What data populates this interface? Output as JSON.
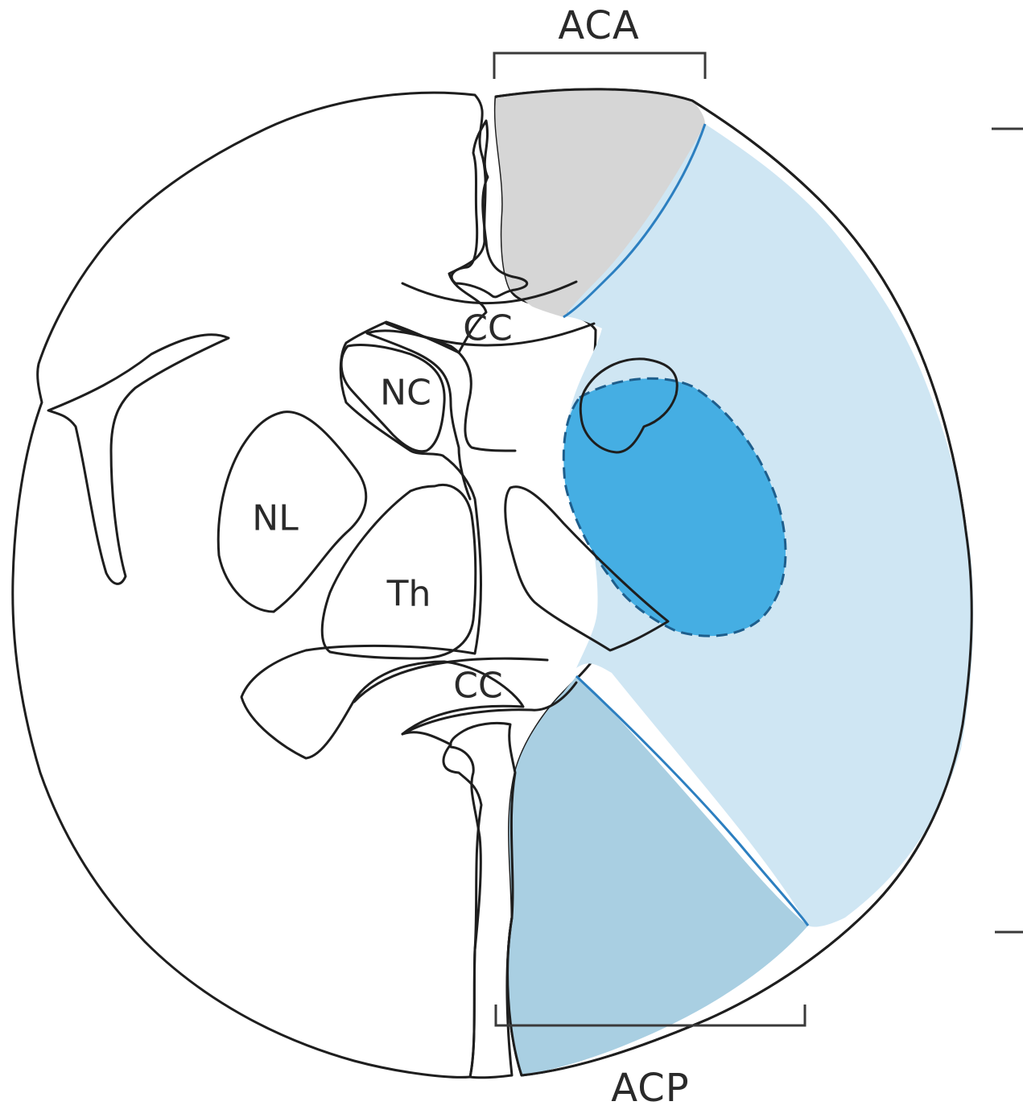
{
  "labels": {
    "aca": "ACA",
    "acp": "ACP",
    "cc_upper": "CC",
    "cc_lower": "CC",
    "nc": "NC",
    "nl": "NL",
    "th": "Th"
  },
  "colors": {
    "brain_fill": "#efefef",
    "aca_territory": "#d6d6d6",
    "acm_territory": "#cfe6f3",
    "acp_territory": "#a9cfe2",
    "deep_territory": "#45aee3",
    "thalamic_region": "#8fafc6",
    "caudate_head": "#c9c9c9",
    "boundary_line": "#2c7fc0",
    "outline": "#1e1e1e"
  }
}
